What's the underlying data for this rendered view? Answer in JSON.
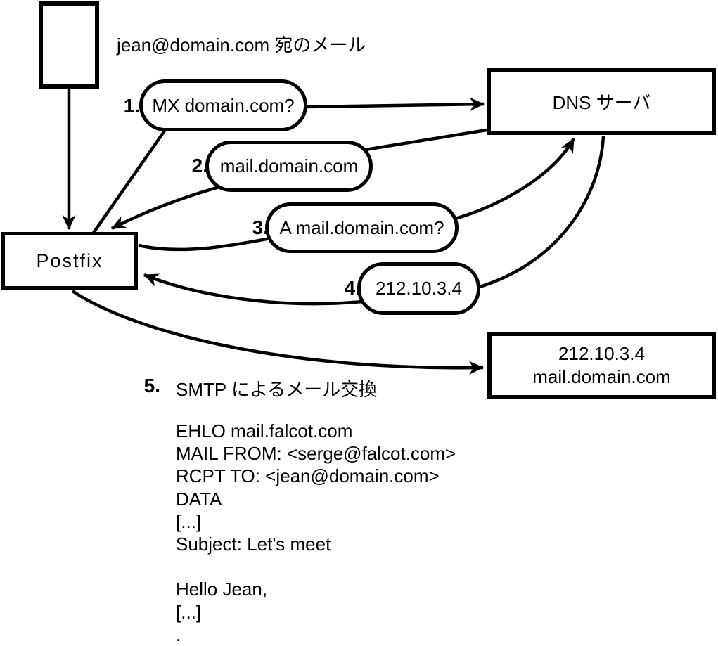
{
  "header": {
    "mail_label": "jean@domain.com 宛のメール"
  },
  "nodes": {
    "postfix": {
      "label": "Postfix"
    },
    "dns": {
      "label": "DNS サーバ"
    },
    "mailserver": {
      "line1": "212.10.3.4",
      "line2": "mail.domain.com"
    }
  },
  "steps": [
    {
      "num": "1.",
      "label": "MX domain.com?"
    },
    {
      "num": "2.",
      "label": "mail.domain.com"
    },
    {
      "num": "3.",
      "label": "A mail.domain.com?"
    },
    {
      "num": "4.",
      "label": "212.10.3.4"
    },
    {
      "num": "5.",
      "label": "SMTP によるメール交換"
    }
  ],
  "smtp_session": {
    "lines": [
      "EHLO mail.falcot.com",
      "MAIL FROM: <serge@falcot.com>",
      "RCPT TO: <jean@domain.com>",
      "DATA",
      "[...]",
      "Subject: Let's meet",
      "",
      "Hello Jean,",
      "[...]",
      "."
    ]
  },
  "colors": {
    "stroke": "#000000",
    "background": "#ffffff"
  }
}
